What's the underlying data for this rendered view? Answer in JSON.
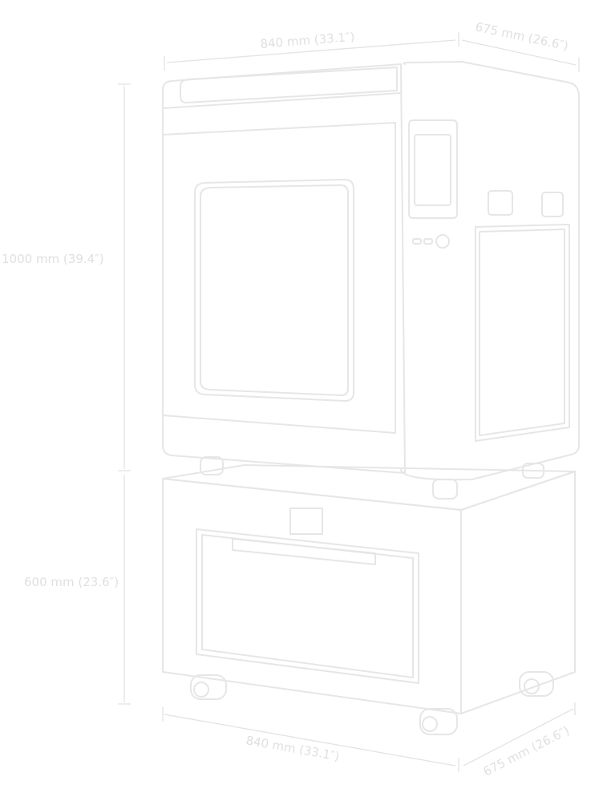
{
  "dimensions": {
    "top_width": "840 mm (33.1″)",
    "top_depth": "675 mm (26.6″)",
    "printer_height": "1000 mm (39.4″)",
    "stand_height": "600 mm (23.6″)",
    "bottom_width": "840 mm (33.1″)",
    "bottom_depth": "675 mm (26.6″)"
  },
  "colors": {
    "line": "#e6e6e6",
    "text": "#e0e0e0"
  }
}
